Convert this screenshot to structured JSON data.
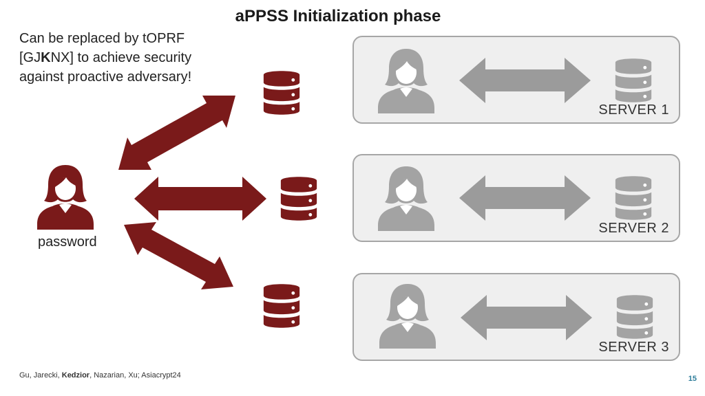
{
  "title": "aPPSS Initialization phase",
  "note": {
    "line1": "Can be replaced by tOPRF",
    "line2_pre": "[GJ",
    "line2_bold": "K",
    "line2_post": "NX] to achieve security",
    "line3": "against proactive adversary!"
  },
  "user_label": "password",
  "servers": [
    {
      "label": "SERVER 1"
    },
    {
      "label": "SERVER 2"
    },
    {
      "label": "SERVER 3"
    }
  ],
  "citation": {
    "pre": "Gu, Jarecki, ",
    "bold": "Kedzior",
    "post": ", Nazarian, Xu; Asiacrypt24"
  },
  "page_number": "15",
  "colors": {
    "maroon": "#7a1a1a",
    "gray_arrow": "#9b9b9b",
    "gray_icon": "#a3a3a3",
    "box_bg": "#efefef",
    "box_border": "#a6a6a6"
  },
  "icons": {
    "user": "person-icon",
    "storage": "database-icon",
    "connection": "double-arrow-icon"
  }
}
